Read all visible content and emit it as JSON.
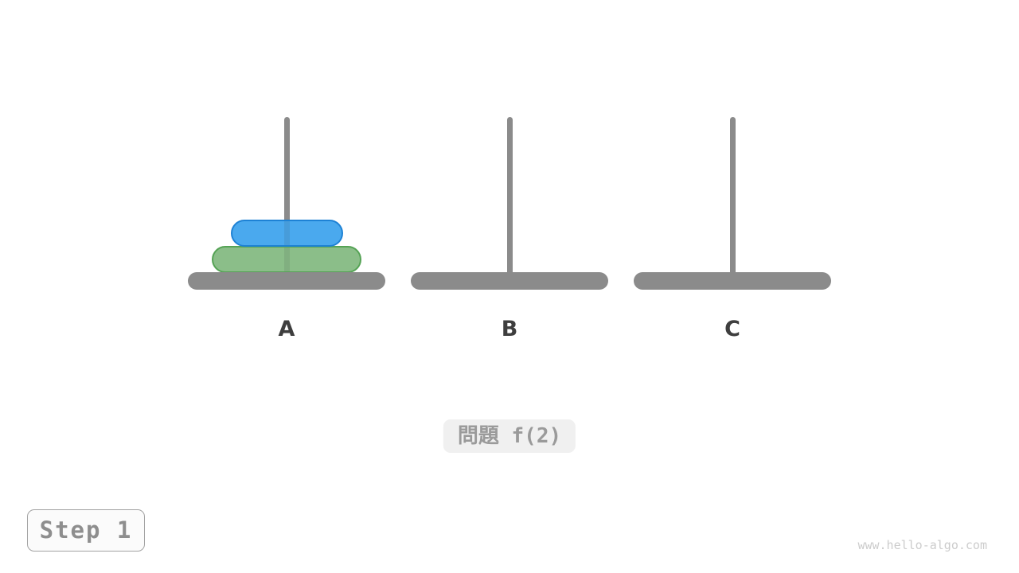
{
  "figure": {
    "title_semantic": "tower-of-hanoi-state",
    "pegs": [
      {
        "id": "A",
        "label": "A",
        "disks": [
          {
            "size": 2,
            "fill": "#8bbe89",
            "border": "#55a355",
            "name": "disk-2-green"
          },
          {
            "size": 1,
            "fill": "#4aa9ee",
            "border": "#1e82d5",
            "name": "disk-1-blue"
          }
        ]
      },
      {
        "id": "B",
        "label": "B",
        "disks": []
      },
      {
        "id": "C",
        "label": "C",
        "disks": []
      }
    ],
    "colors": {
      "peg_gray": "#8b8b8b",
      "label_text": "#3e3e3e"
    }
  },
  "problem_badge": {
    "text": "問題 f(2)"
  },
  "step_badge": {
    "text": "Step 1"
  },
  "watermark": {
    "text": "www.hello-algo.com"
  }
}
